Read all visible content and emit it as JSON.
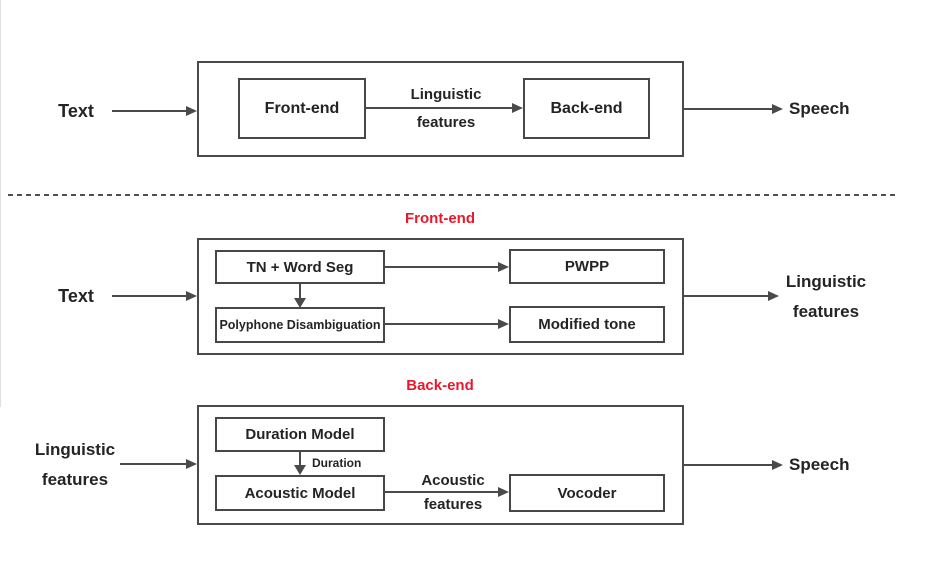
{
  "colors": {
    "accent_red": "#e8192c",
    "stroke_dark": "#474747",
    "arrow": "#4a4a4a",
    "text": "#242424",
    "background": "#ffffff"
  },
  "overview": {
    "input": "Text",
    "frontend": "Front-end",
    "backend": "Back-end",
    "link_label": {
      "line1": "Linguistic",
      "line2": "features"
    },
    "output": "Speech"
  },
  "frontend": {
    "title": "Front-end",
    "input": "Text",
    "tn_word_seg": "TN + Word Seg",
    "polyphone": "Polyphone Disambiguation",
    "pwpp": "PWPP",
    "modified_tone": "Modified tone",
    "output": {
      "line1": "Linguistic",
      "line2": "features"
    }
  },
  "backend": {
    "title": "Back-end",
    "input": {
      "line1": "Linguistic",
      "line2": "features"
    },
    "duration_model": "Duration Model",
    "duration_label": "Duration",
    "acoustic_model": "Acoustic Model",
    "acoustic_label": {
      "line1": "Acoustic",
      "line2": "features"
    },
    "vocoder": "Vocoder",
    "output": "Speech"
  }
}
